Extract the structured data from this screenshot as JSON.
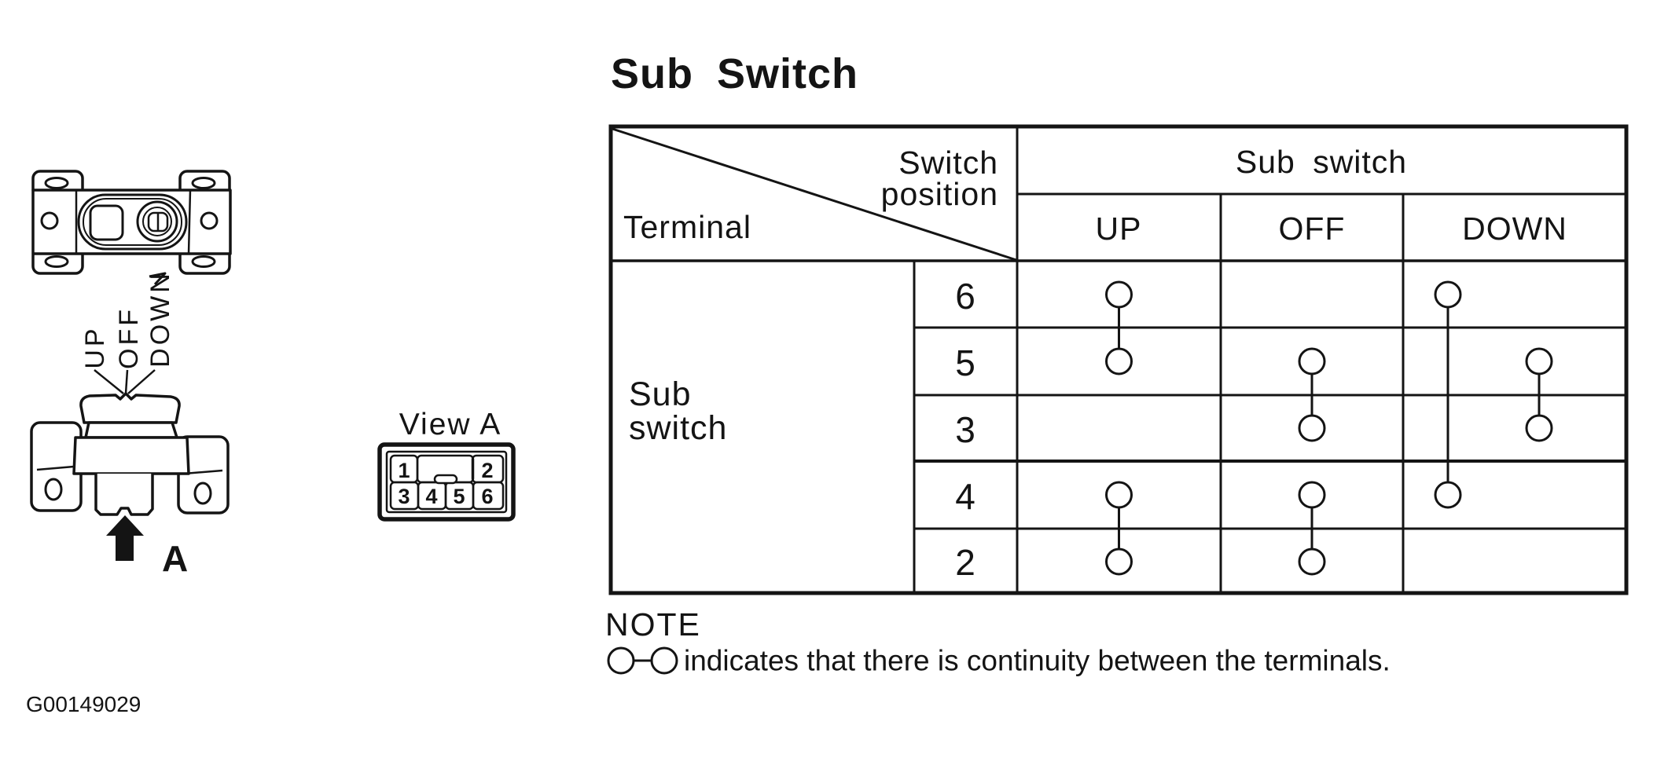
{
  "title": "Sub Switch",
  "figure_code": "G00149029",
  "colors": {
    "ink": "#141414",
    "paper": "#ffffff"
  },
  "diagram": {
    "position_labels": [
      "UP",
      "OFF",
      "DOWN"
    ],
    "arrow_label": "A",
    "view_label": "View A",
    "connector": {
      "pins": [
        "1",
        "2",
        "3",
        "4",
        "5",
        "6"
      ]
    }
  },
  "table": {
    "corner": {
      "switch_position_line1": "Switch",
      "switch_position_line2": "position",
      "terminal": "Terminal"
    },
    "group_header": "Sub switch",
    "columns": [
      "UP",
      "OFF",
      "DOWN"
    ],
    "row_group_label_line1": "Sub",
    "row_group_label_line2": "switch",
    "terminals": [
      "6",
      "5",
      "3",
      "4",
      "2"
    ],
    "connections": [
      {
        "position": "UP",
        "from": "6",
        "to": "5"
      },
      {
        "position": "UP",
        "from": "4",
        "to": "2"
      },
      {
        "position": "OFF",
        "from": "5",
        "to": "3"
      },
      {
        "position": "OFF",
        "from": "4",
        "to": "2"
      },
      {
        "position": "DOWN",
        "from": "6",
        "to": "4",
        "offset": "left"
      },
      {
        "position": "DOWN",
        "from": "5",
        "to": "3",
        "offset": "right"
      }
    ]
  },
  "note": {
    "heading": "NOTE",
    "symbol": "O–O",
    "text": "indicates that there is continuity between the terminals."
  }
}
